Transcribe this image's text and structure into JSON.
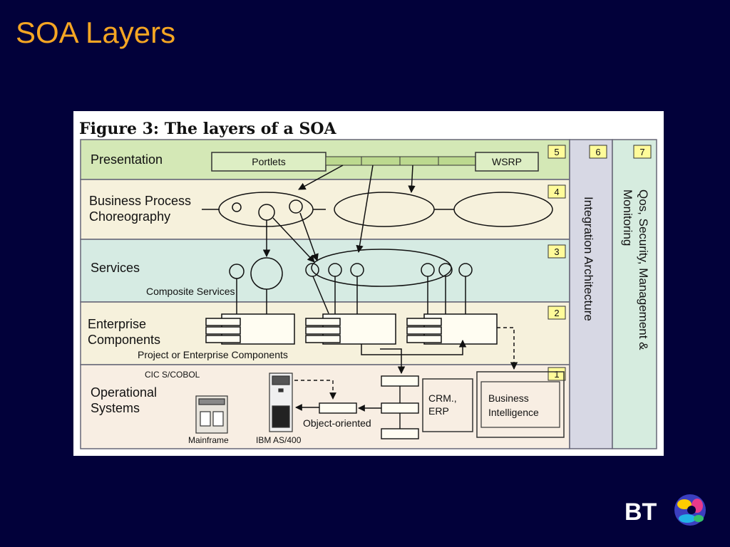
{
  "slide": {
    "title": "SOA Layers"
  },
  "figure": {
    "caption": "Figure 3: The layers of a SOA",
    "layers": [
      {
        "number": "5",
        "lines": [
          "Presentation"
        ]
      },
      {
        "number": "4",
        "lines": [
          "Business Process",
          "Choreography"
        ]
      },
      {
        "number": "3",
        "lines": [
          "Services"
        ]
      },
      {
        "number": "2",
        "lines": [
          "Enterprise",
          "Components"
        ]
      },
      {
        "number": "1",
        "lines": [
          "Operational",
          "Systems"
        ]
      }
    ],
    "side_layers": [
      {
        "number": "6",
        "lines": [
          "Integration Architecture"
        ]
      },
      {
        "number": "7",
        "lines": [
          "Qos, Security, Management &",
          "Monitoring"
        ]
      }
    ],
    "labels": {
      "portlets": "Portlets",
      "wsrp": "WSRP",
      "composite_services": "Composite Services",
      "project_components": "Project or Enterprise Components",
      "cics_cobol": "CIC S/COBOL",
      "crm_erp": [
        "CRM.,",
        "ERP"
      ],
      "business_intelligence": [
        "Business",
        "Intelligence"
      ],
      "object_oriented": "Object-oriented",
      "mainframe": "Mainframe",
      "ibm": "IBM AS/400"
    },
    "colors": {
      "presentation": "#d4e8b6",
      "business_process": "#f6f1dc",
      "services": "#d6ebe3",
      "enterprise": "#f6f1dc",
      "operational": "#f8eee3",
      "integration": "#d7d8e4",
      "qos": "#d6ecdf"
    }
  },
  "logo": {
    "text": "BT"
  }
}
